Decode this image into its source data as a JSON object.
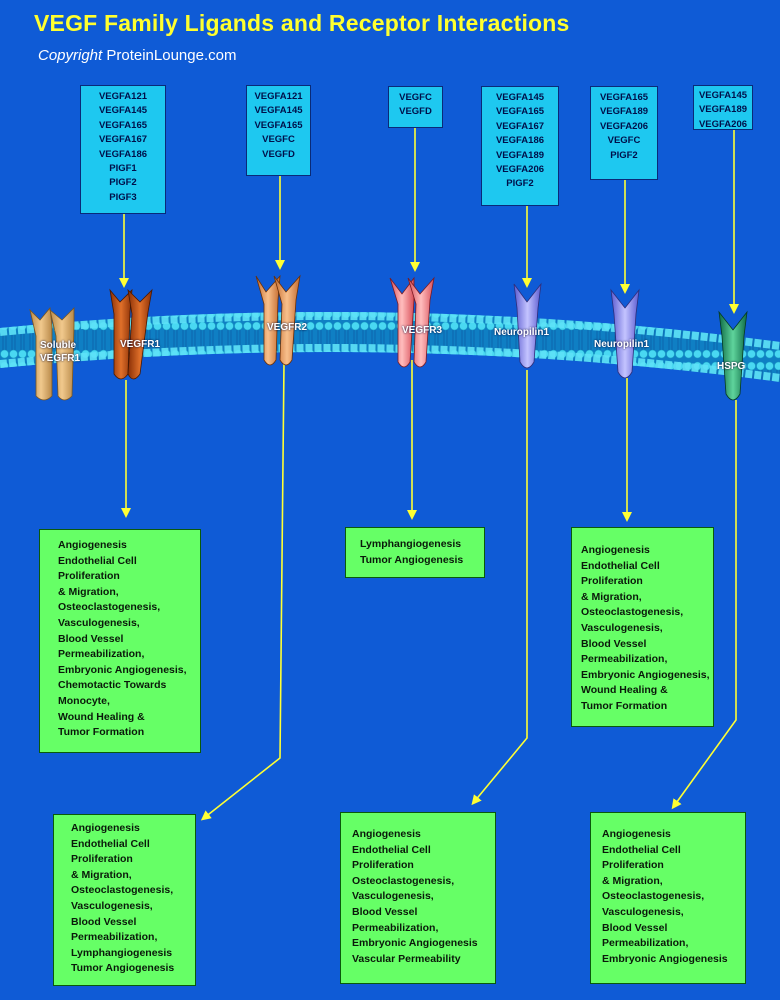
{
  "title": "VEGF Family Ligands and Receptor Interactions",
  "copyright_prefix": "Copyright",
  "copyright_site": "ProteinLounge.com",
  "colors": {
    "background": "#0f5bd6",
    "title": "#ffff2e",
    "ligand_box": "#1ec8f0",
    "function_box": "#66ff66",
    "arrow": "#ffff33",
    "membrane": "#3fd4f0"
  },
  "ligand_groups": [
    {
      "items": [
        "VEGFA121",
        "VEGFA145",
        "VEGFA165",
        "VEGFA167",
        "VEGFA186",
        "PIGF1",
        "PIGF2",
        "PIGF3"
      ]
    },
    {
      "items": [
        "VEGFA121",
        "VEGFA145",
        "VEGFA165",
        "VEGFC",
        "VEGFD"
      ]
    },
    {
      "items": [
        "VEGFC",
        "VEGFD"
      ]
    },
    {
      "items": [
        "VEGFA145",
        "VEGFA165",
        "VEGFA167",
        "VEGFA186",
        "VEGFA189",
        "VEGFA206",
        "PIGF2"
      ]
    },
    {
      "items": [
        "VEGFA165",
        "VEGFA189",
        "VEGFA206",
        "VEGFC",
        "PIGF2"
      ]
    },
    {
      "items": [
        "VEGFA145",
        "VEGFA189",
        "VEGFA206"
      ]
    }
  ],
  "receptors": {
    "soluble_vegfr1": "Soluble VEGFR1",
    "vegfr1": "VEGFR1",
    "vegfr2": "VEGFR2",
    "vegfr3": "VEGFR3",
    "neuropilin1_a": "Neuropilin1",
    "neuropilin1_b": "Neuropilin1",
    "hspg": "HSPG"
  },
  "function_boxes": {
    "vegfr1": [
      "Angiogenesis",
      "Endothelial Cell",
      "Proliferation",
      "& Migration,",
      "Osteoclastogenesis,",
      "Vasculogenesis,",
      "Blood Vessel",
      "Permeabilization,",
      "Embryonic Angiogenesis,",
      "Chemotactic Towards",
      "Monocyte,",
      "Wound Healing &",
      "Tumor Formation"
    ],
    "vegfr3": [
      "Lymphangiogenesis",
      "Tumor Angiogenesis"
    ],
    "neuropilin1_b": [
      "Angiogenesis",
      "Endothelial Cell",
      "Proliferation",
      "& Migration,",
      "Osteoclastogenesis,",
      "Vasculogenesis,",
      "Blood Vessel",
      "Permeabilization,",
      "Embryonic Angiogenesis,",
      "Wound Healing &",
      "Tumor Formation"
    ],
    "vegfr2": [
      "Angiogenesis",
      "Endothelial Cell",
      "Proliferation",
      "& Migration,",
      "Osteoclastogenesis,",
      "Vasculogenesis,",
      "Blood Vessel",
      "Permeabilization,",
      "Lymphangiogenesis",
      "Tumor Angiogenesis"
    ],
    "neuropilin1_a": [
      "Angiogenesis",
      "Endothelial Cell",
      "Proliferation",
      "Osteoclastogenesis,",
      "Vasculogenesis,",
      "Blood Vessel",
      "Permeabilization,",
      "Embryonic Angiogenesis",
      "Vascular Permeability"
    ],
    "hspg": [
      "Angiogenesis",
      "Endothelial Cell",
      "Proliferation",
      "& Migration,",
      "Osteoclastogenesis,",
      "Vasculogenesis,",
      "Blood Vessel",
      "Permeabilization,",
      "Embryonic Angiogenesis"
    ]
  }
}
